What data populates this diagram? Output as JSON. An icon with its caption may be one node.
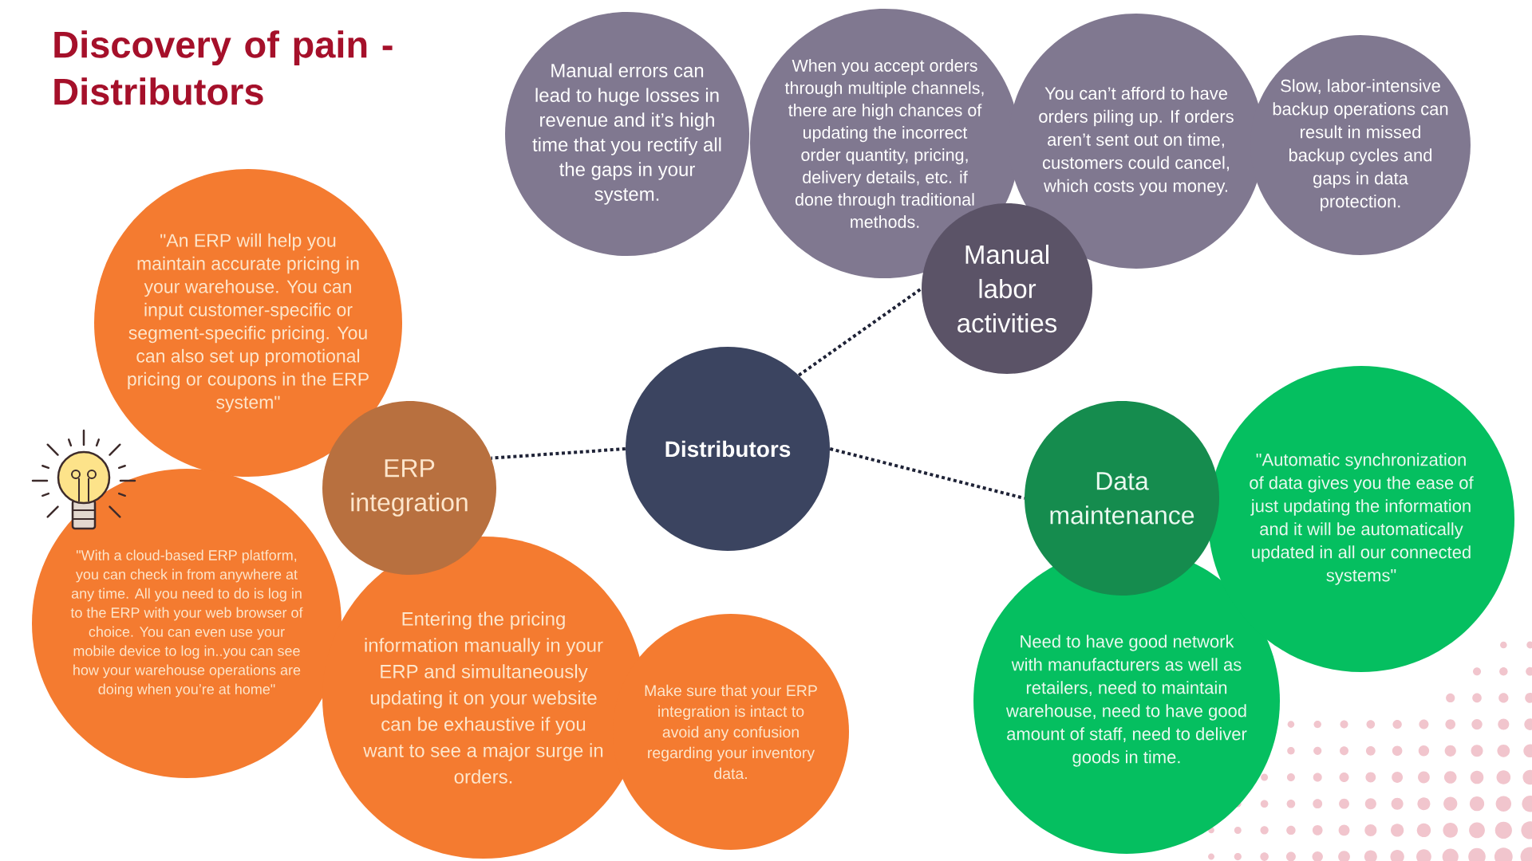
{
  "diagram": {
    "title": "Discovery of pain - Distributors",
    "nodes": [
      {
        "text": [
          "Manual errors can lead to huge losses in revenue and it’s high time that you rectify all the gaps in your system."
        ]
      },
      {
        "text": [
          "When you accept orders through multiple channels, there are high chances of updating the incorrect order quantity, pricing, delivery details, etc. if done through traditional methods."
        ]
      },
      {
        "text": [
          "You can’t afford to have orders piling up. If orders aren’t sent out on time, customers could cancel, which costs you money."
        ]
      },
      {
        "text": [
          "Slow, labor-intensive backup operations can result in missed backup cycles and gaps in data protection."
        ]
      },
      {
        "text": [
          "Manual labor activities"
        ]
      },
      {
        "text": [
          "\"An ERP will help you maintain accurate pricing in your warehouse. You can input customer-specific or segment-specific pricing. You can also set up promotional pricing or coupons in the ERP system\""
        ]
      },
      {
        "text": [
          "ERP integration"
        ]
      },
      {
        "text": [
          "Distributors"
        ]
      },
      {
        "text": [
          "Data maintenance"
        ]
      },
      {
        "text": [
          "\"Automatic synchronization of data gives you the ease of just updating the information and it will be automatically updated in all our connected systems\""
        ]
      },
      {
        "text": [
          "\"With a cloud-based ERP platform, you can check in from anywhere at any time. All you need to do is log in to the ERP with your web browser of choice. You can even use your mobile device to log in..you can see how your warehouse operations are doing when you’re at home\""
        ]
      },
      {
        "text": [
          "Entering the pricing information manually in your ERP and simultaneously updating it on your website can be exhaustive if you want to see a major surge in orders."
        ]
      },
      {
        "text": [
          "Make sure that your ERP integration is intact to avoid any confusion regarding your inventory data."
        ]
      },
      {
        "text": [
          "Need to have good network with manufacturers as well as retailers, need to maintain warehouse, need to have good amount of staff, need to deliver goods in time."
        ]
      }
    ],
    "edges": [
      {
        "from": 7,
        "to": 4,
        "arrow": "none"
      },
      {
        "from": 7,
        "to": 6,
        "arrow": "none"
      },
      {
        "from": 7,
        "to": 8,
        "arrow": "none"
      }
    ]
  }
}
